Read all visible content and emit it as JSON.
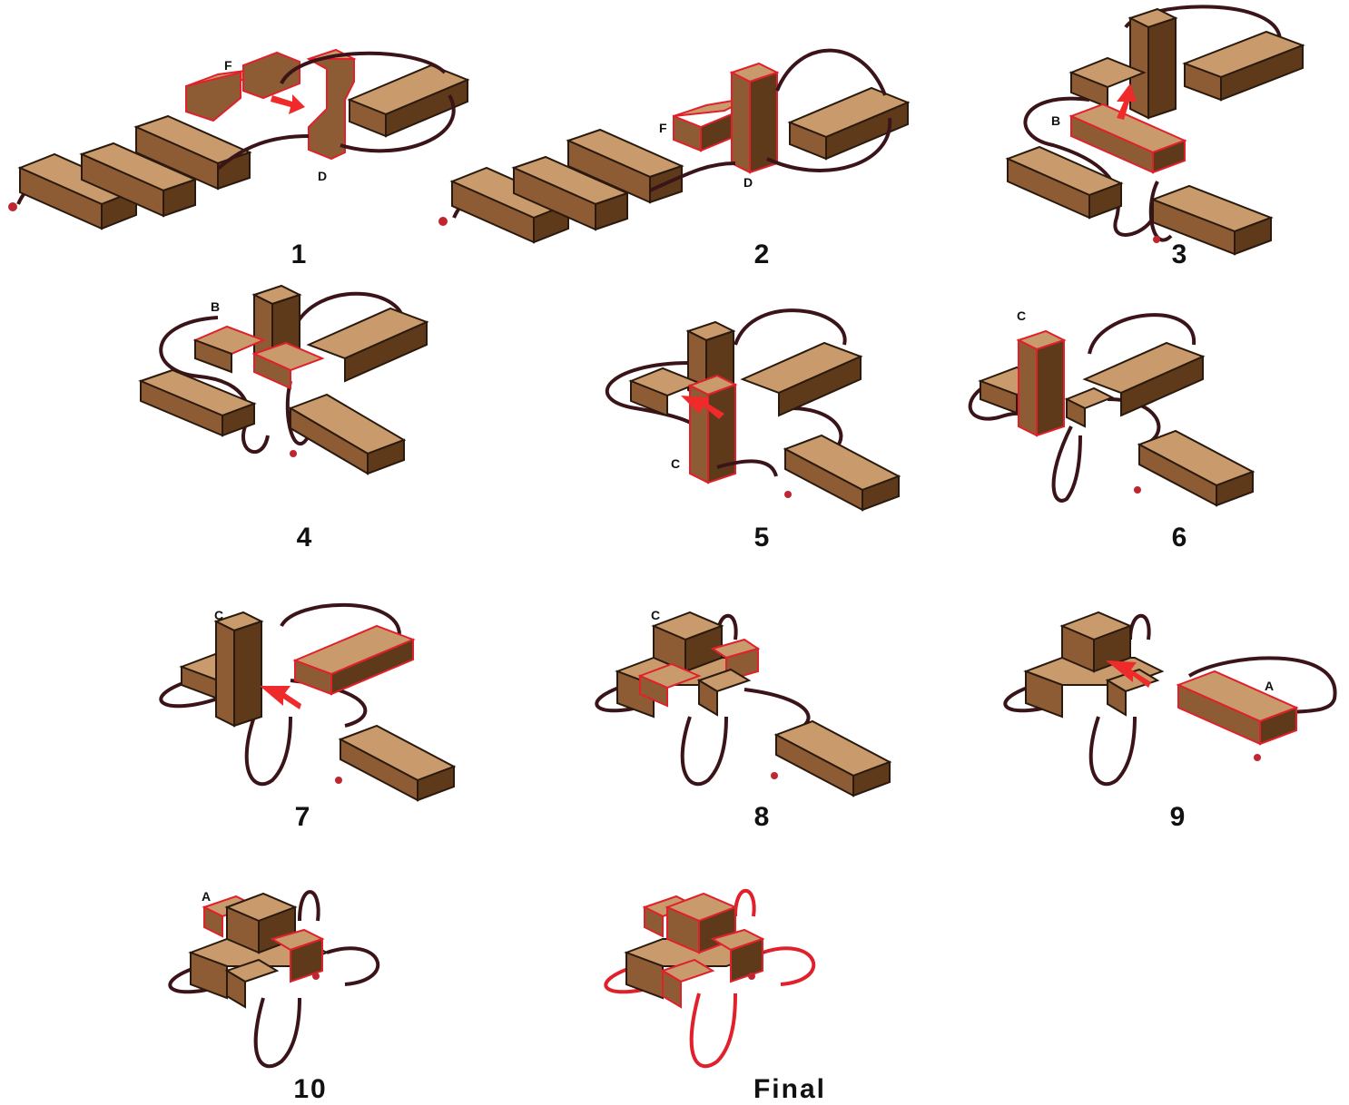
{
  "colors": {
    "wood_top": "#c99b6c",
    "wood_front": "#8e5c34",
    "wood_side": "#5e3a1a",
    "outline": "#2a1a0e",
    "highlight": "#e0202b",
    "arrow": "#ee2a2a",
    "cord": "#3a1418"
  },
  "steps": [
    {
      "number": "1",
      "labels": [
        "F",
        "D"
      ]
    },
    {
      "number": "2",
      "labels": [
        "F",
        "D"
      ]
    },
    {
      "number": "3",
      "labels": [
        "B"
      ]
    },
    {
      "number": "4",
      "labels": [
        "B"
      ]
    },
    {
      "number": "5",
      "labels": [
        "C"
      ]
    },
    {
      "number": "6",
      "labels": [
        "C"
      ]
    },
    {
      "number": "7",
      "labels": [
        "C"
      ]
    },
    {
      "number": "8",
      "labels": [
        "C"
      ]
    },
    {
      "number": "9",
      "labels": [
        "A"
      ]
    },
    {
      "number": "10",
      "labels": [
        "A"
      ]
    },
    {
      "number": "Final",
      "labels": []
    }
  ]
}
